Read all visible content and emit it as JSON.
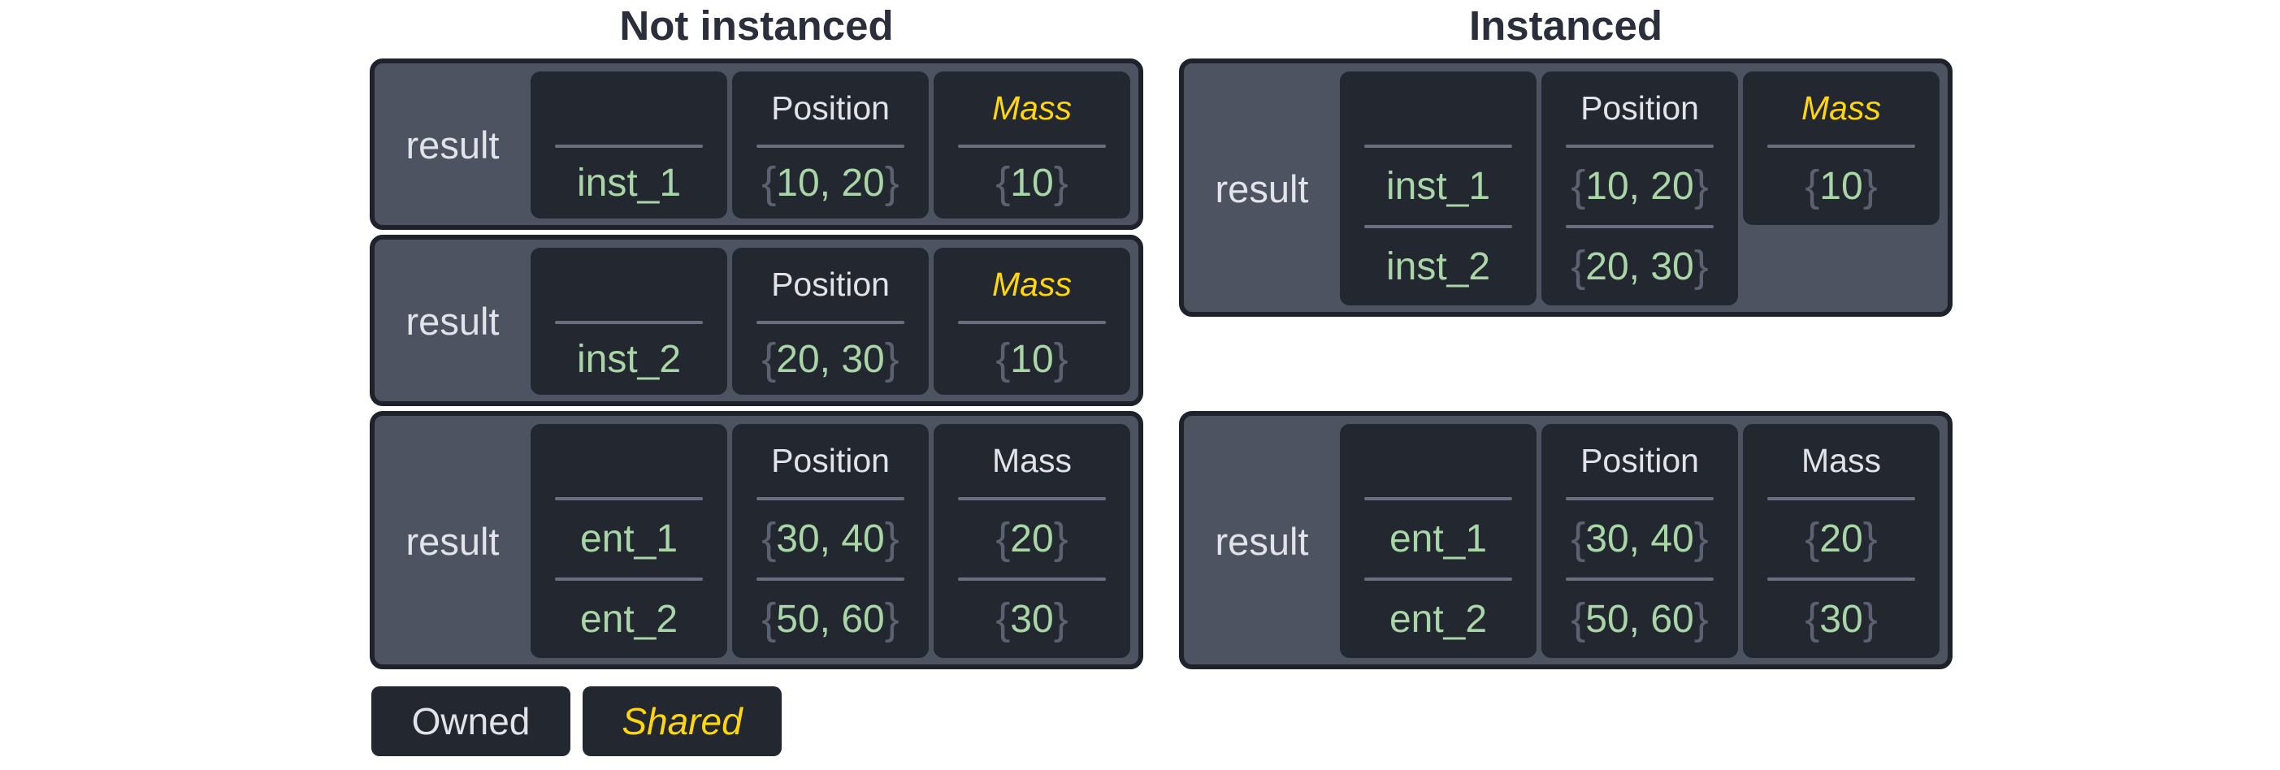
{
  "colors": {
    "background": "#ffffff",
    "title_text": "#2b2f3b",
    "table_fill": "#4d5361",
    "table_border": "#1f222b",
    "cell_fill": "#23272f",
    "owned_text": "#e2e3e9",
    "shared_text": "#ffd60a",
    "value_text": "#a9d6a6",
    "brace_text": "#5b6170",
    "separator": "#696f7c"
  },
  "panels": [
    {
      "title": "Not instanced",
      "tables": [
        {
          "result_label": "result",
          "columns": [
            {
              "header": "",
              "shared": false,
              "values": [
                "inst_1"
              ]
            },
            {
              "header": "Position",
              "shared": false,
              "values": [
                "{10, 20}"
              ]
            },
            {
              "header": "Mass",
              "shared": true,
              "values": [
                "{10}"
              ]
            }
          ]
        },
        {
          "result_label": "result",
          "columns": [
            {
              "header": "",
              "shared": false,
              "values": [
                "inst_2"
              ]
            },
            {
              "header": "Position",
              "shared": false,
              "values": [
                "{20, 30}"
              ]
            },
            {
              "header": "Mass",
              "shared": true,
              "values": [
                "{10}"
              ]
            }
          ]
        },
        {
          "result_label": "result",
          "columns": [
            {
              "header": "",
              "shared": false,
              "values": [
                "ent_1",
                "ent_2"
              ]
            },
            {
              "header": "Position",
              "shared": false,
              "values": [
                "{30, 40}",
                "{50, 60}"
              ]
            },
            {
              "header": "Mass",
              "shared": false,
              "values": [
                "{20}",
                "{30}"
              ]
            }
          ]
        }
      ]
    },
    {
      "title": "Instanced",
      "tables": [
        {
          "result_label": "result",
          "columns": [
            {
              "header": "",
              "shared": false,
              "values": [
                "inst_1",
                "inst_2"
              ]
            },
            {
              "header": "Position",
              "shared": false,
              "values": [
                "{10, 20}",
                "{20, 30}"
              ]
            },
            {
              "header": "Mass",
              "shared": true,
              "values": [
                "{10}"
              ]
            }
          ]
        },
        {
          "result_label": "result",
          "columns": [
            {
              "header": "",
              "shared": false,
              "values": [
                "ent_1",
                "ent_2"
              ]
            },
            {
              "header": "Position",
              "shared": false,
              "values": [
                "{30, 40}",
                "{50, 60}"
              ]
            },
            {
              "header": "Mass",
              "shared": false,
              "values": [
                "{20}",
                "{30}"
              ]
            }
          ]
        }
      ]
    }
  ],
  "legend": {
    "owned_label": "Owned",
    "shared_label": "Shared"
  }
}
